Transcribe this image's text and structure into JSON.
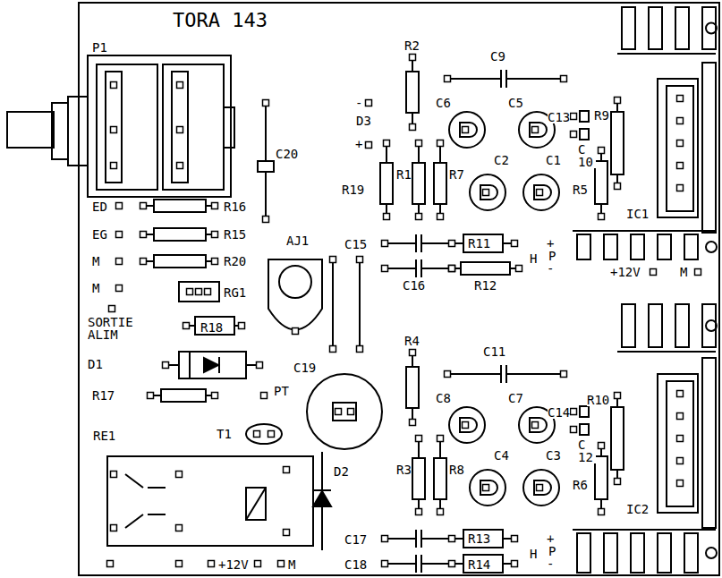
{
  "diagram": {
    "title": "TORA 143",
    "labels": [
      "P1",
      "R2",
      "C9",
      "-",
      "D3",
      "+",
      "C6",
      "C5",
      "C13",
      "R9",
      "C 10",
      "C20",
      "R19",
      "R1",
      "R7",
      "C2",
      "C1",
      "R5",
      "IC1",
      "ED",
      "R16",
      "EG",
      "R15",
      "M",
      "R20",
      "AJ1",
      "C15",
      "R11",
      "H",
      "+",
      "P",
      "-",
      "C16",
      "R12",
      "+12V",
      "M",
      "M",
      "RG1",
      "SORTIE ALIM",
      "R18",
      "D1",
      "C19",
      "R4",
      "C11",
      "C8",
      "C7",
      "C14",
      "R10",
      "C 12",
      "R17",
      "PT",
      "T1",
      "R3",
      "R8",
      "C4",
      "C3",
      "R6",
      "IC2",
      "RE1",
      "D2",
      "C17",
      "R13",
      "H",
      "+",
      "P",
      "-",
      "C18",
      "R14",
      "+12V",
      "M"
    ]
  }
}
